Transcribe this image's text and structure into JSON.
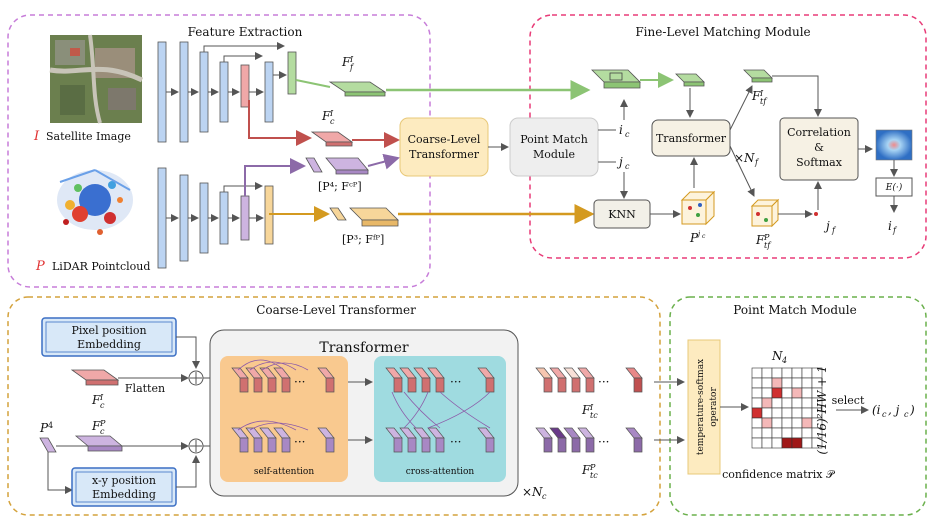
{
  "panels": {
    "feature_extraction": "Feature Extraction",
    "fine_matching": "Fine-Level Matching Module",
    "coarse_transformer": "Coarse-Level Transformer",
    "point_match": "Point Match Module"
  },
  "top": {
    "satellite_letter": "I",
    "satellite_label": "Satellite Image",
    "lidar_letter": "P",
    "lidar_label": "LiDAR Pointcloud",
    "F_f_I": "F",
    "F_c_I": "F",
    "p4_label": "[P⁴; Fᶜᴾ]",
    "p3_label": "[P³; Fᶠᴾ]",
    "coarse_box": [
      "Coarse-Level",
      "Transformer"
    ],
    "point_match_box": [
      "Point Match",
      "Module"
    ],
    "i_c": "i",
    "j_c": "j",
    "knn": "KNN",
    "p_jc": "P",
    "transformer": "Transformer",
    "times_nf": "×N",
    "F_tf_I": "F",
    "F_tf_P": "F",
    "j_f": "j",
    "corr_box": [
      "Correlation",
      "&",
      "Softmax"
    ],
    "expect": "E(·)",
    "i_f": "i"
  },
  "bottom": {
    "pixel_embed": [
      "Pixel position",
      "Embedding"
    ],
    "xy_embed": [
      "x-y position",
      "Embedding"
    ],
    "flatten": "Flatten",
    "F_c_I": "F",
    "F_c_P": "F",
    "p4": "P",
    "transformer_title": "Transformer",
    "self_attention": "self-attention",
    "cross_attention": "cross-attention",
    "times_nc": "×N",
    "F_tc_I": "F",
    "F_tc_P": "F",
    "temp_softmax": [
      "temperature-softmax",
      "operator"
    ],
    "n4": "N",
    "side_label": "(1/16)²HW + 1",
    "confidence": "confidence matrix 𝒫",
    "select": "select",
    "output": "(i"
  },
  "colors": {
    "purple_dash": "#c77dd9",
    "pink_dash": "#e83c78",
    "gold_dash": "#d4a23c",
    "green_dash": "#6ab04c",
    "blue_bar": "#bcd4f2",
    "green_bar": "#b4dca0",
    "red_bar": "#f0a8a8",
    "purple_bar": "#cdb4e0",
    "orange_bar": "#f7d69a",
    "green_arrow": "#8cc474",
    "red_arrow": "#c0504d",
    "purple_arrow": "#8c6aa8",
    "gold_arrow": "#d49a20"
  }
}
